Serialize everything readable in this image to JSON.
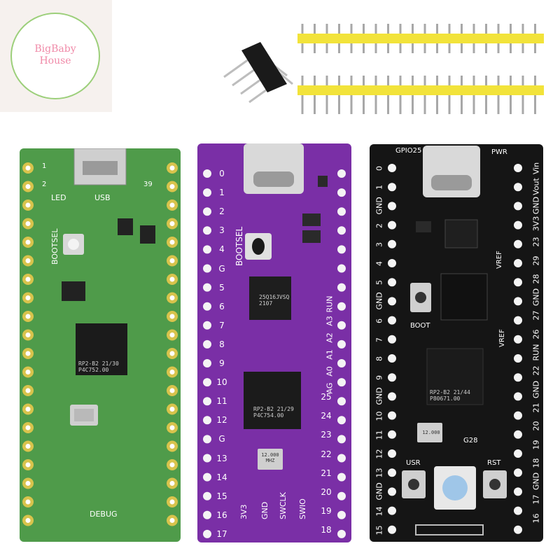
{
  "logo": {
    "line1": "BigBaby",
    "line2": "House"
  },
  "green_board": {
    "labels": {
      "led": "LED",
      "usb": "USB",
      "bootsel": "BOOTSEL",
      "debug": "DEBUG",
      "pin1": "1",
      "pin2": "2",
      "pin39": "39"
    },
    "chip_text": {
      "line1": "RP2-B2   21/30",
      "line2": "P4C752.00"
    }
  },
  "purple_board": {
    "left_pins": [
      "0",
      "1",
      "2",
      "3",
      "4",
      "G",
      "5",
      "6",
      "7",
      "8",
      "9",
      "10",
      "11",
      "12",
      "G",
      "13",
      "14",
      "15",
      "16",
      "17"
    ],
    "right_pins": [
      "RUN",
      "A3",
      "A2",
      "A1",
      "A0",
      "AG",
      "25",
      "24",
      "23",
      "22",
      "21",
      "20",
      "19",
      "18"
    ],
    "bottom_labels": [
      "3V3",
      "GND",
      "SWCLK",
      "SWIO"
    ],
    "bootsel": "BOOTSEL",
    "chip_text": {
      "line1": "RP2-B2   21/29",
      "line2": "P4C754.00"
    },
    "flash_text": {
      "line1": "25Q16JVSQ",
      "line2": "2107"
    },
    "crystal_text": {
      "line1": "12.000",
      "line2": "MHZ"
    }
  },
  "black_board": {
    "top_labels": {
      "gpio25": "GPIO25",
      "pwr": "PWR"
    },
    "left_pins": [
      "0",
      "1",
      "GND",
      "2",
      "3",
      "4",
      "5",
      "GND",
      "6",
      "7",
      "8",
      "9",
      "GND",
      "10",
      "11",
      "12",
      "13",
      "GND",
      "14",
      "15"
    ],
    "right_pins": [
      "Vin",
      "Vout",
      "GND",
      "3V3",
      "23",
      "29",
      "28",
      "GND",
      "27",
      "26",
      "RUN",
      "22",
      "GND",
      "21",
      "20",
      "19",
      "18",
      "GND",
      "17",
      "16"
    ],
    "silk": {
      "vref": "VREF",
      "vref2": "VREF",
      "boot": "BOOT",
      "usr": "USR",
      "rst": "RST",
      "led": "G28"
    },
    "chip_text": {
      "line1": "RP2-B2   21/44",
      "line2": "P80671.00"
    },
    "crystal_text": {
      "line1": "12.000"
    }
  },
  "colors": {
    "green_pcb": "#4f9b4a",
    "purple_pcb": "#7a2fa6",
    "black_pcb": "#151515",
    "header_yellow": "#f2e33a",
    "pin_gold": "#d8c34c"
  }
}
